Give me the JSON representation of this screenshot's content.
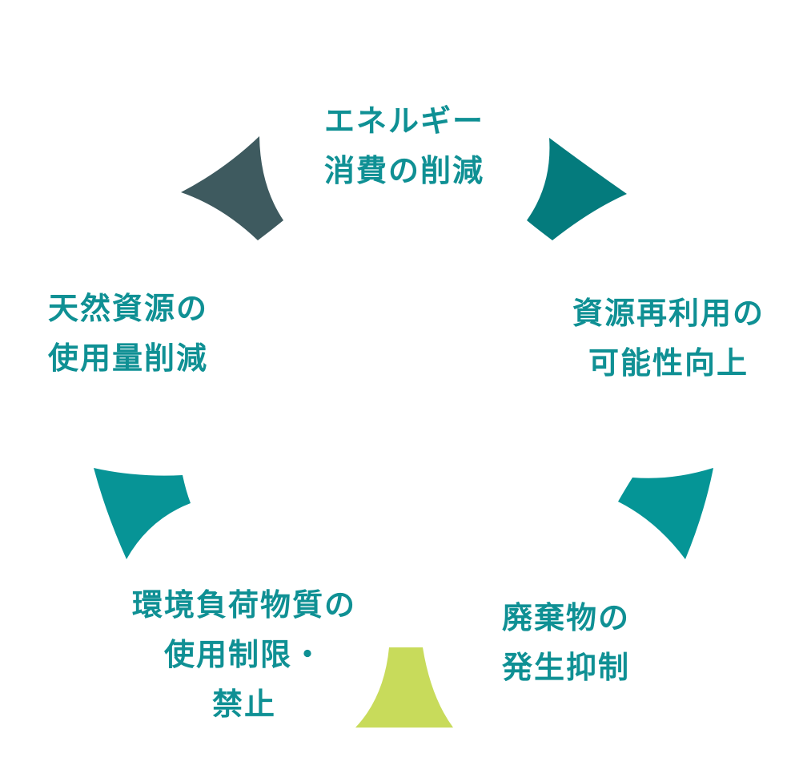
{
  "colors": {
    "label_text": "#0f9094",
    "wedge_top_right": "#047b7d",
    "wedge_right": "#059596",
    "wedge_bottom": "#c8db5b",
    "wedge_left": "#079496",
    "wedge_top_left": "#3e5a5f"
  },
  "cycle": {
    "items": [
      {
        "id": "energy",
        "lines": [
          "エネルギー",
          "消費の削減"
        ]
      },
      {
        "id": "resource",
        "lines": [
          "資源再利用の",
          "可能性向上"
        ]
      },
      {
        "id": "waste",
        "lines": [
          "廃棄物の",
          "発生抑制"
        ]
      },
      {
        "id": "hazard",
        "lines": [
          "環境負荷物質の",
          "使用制限・",
          "禁止"
        ]
      },
      {
        "id": "natural",
        "lines": [
          "天然資源の",
          "使用量削減"
        ]
      }
    ]
  }
}
